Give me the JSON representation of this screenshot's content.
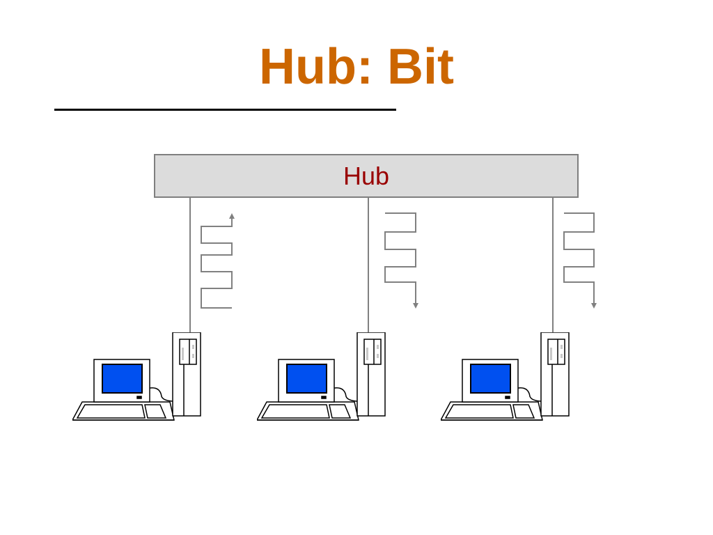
{
  "slide": {
    "title": "Hub: Bit",
    "title_color": "#cc6600"
  },
  "hub": {
    "label": "Hub",
    "label_color": "#990000",
    "fill": "#dcdcdc"
  },
  "stations": [
    {
      "signal_direction": "up"
    },
    {
      "signal_direction": "down"
    },
    {
      "signal_direction": "down"
    }
  ],
  "colors": {
    "line": "#808080",
    "screen": "#0050f0",
    "outline": "#000000"
  },
  "icons": [
    "computer-icon",
    "monitor-icon",
    "keyboard-icon",
    "tower-icon",
    "square-wave-signal-icon"
  ]
}
